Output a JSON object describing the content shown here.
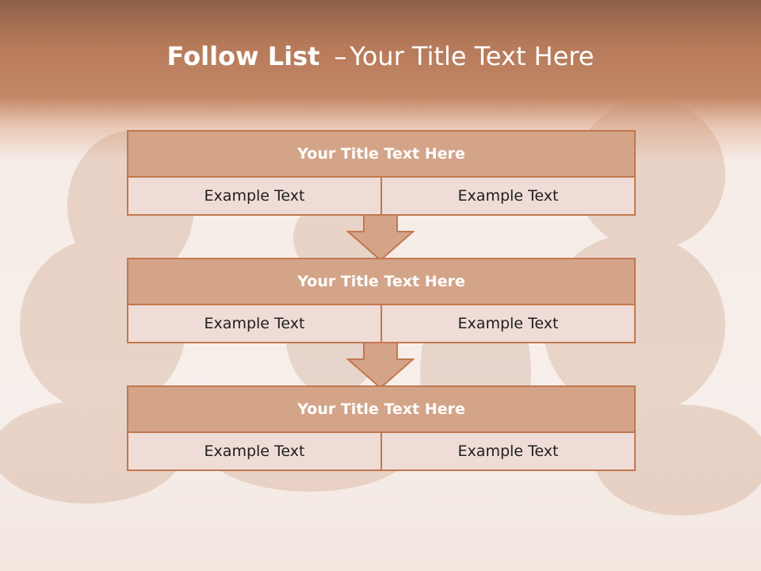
{
  "slide": {
    "title_bold": "Follow List",
    "title_dash": "–",
    "title_rest": "Your Title Text Here"
  },
  "blocks": [
    {
      "title": "Your Title Text Here",
      "left": "Example Text",
      "right": "Example Text"
    },
    {
      "title": "Your Title Text Here",
      "left": "Example Text",
      "right": "Example Text"
    },
    {
      "title": "Your Title Text Here",
      "left": "Example Text",
      "right": "Example Text"
    }
  ],
  "colors": {
    "header_band": "#c38866",
    "block_title_fill": "#d4a489",
    "block_border": "#c2784f",
    "cell_fill": "#f0dcd6"
  }
}
